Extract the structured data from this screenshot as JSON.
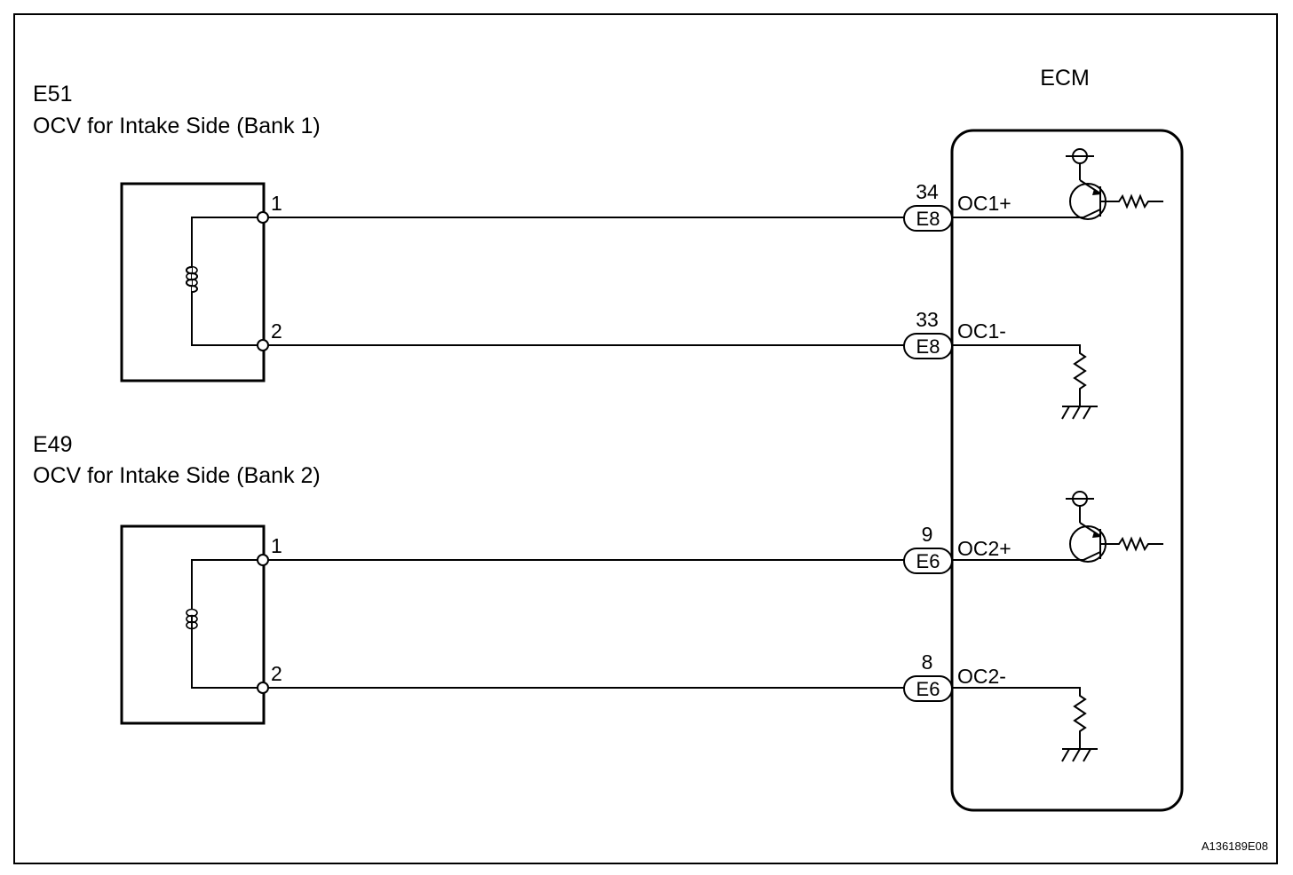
{
  "ecm": {
    "label": "ECM"
  },
  "components": [
    {
      "id": "E51",
      "code": "E51",
      "name": "OCV for Intake Side (Bank 1)",
      "pins": [
        "1",
        "2"
      ],
      "wires": [
        {
          "pin": "1",
          "terminal": "34",
          "connector": "E8",
          "signal": "OC1+",
          "ecm_circuit": "transistor"
        },
        {
          "pin": "2",
          "terminal": "33",
          "connector": "E8",
          "signal": "OC1-",
          "ecm_circuit": "resistor-ground"
        }
      ]
    },
    {
      "id": "E49",
      "code": "E49",
      "name": "OCV for Intake Side (Bank 2)",
      "pins": [
        "1",
        "2"
      ],
      "wires": [
        {
          "pin": "1",
          "terminal": "9",
          "connector": "E6",
          "signal": "OC2+",
          "ecm_circuit": "transistor"
        },
        {
          "pin": "2",
          "terminal": "8",
          "connector": "E6",
          "signal": "OC2-",
          "ecm_circuit": "resistor-ground"
        }
      ]
    }
  ],
  "figure_code": "A136189E08"
}
